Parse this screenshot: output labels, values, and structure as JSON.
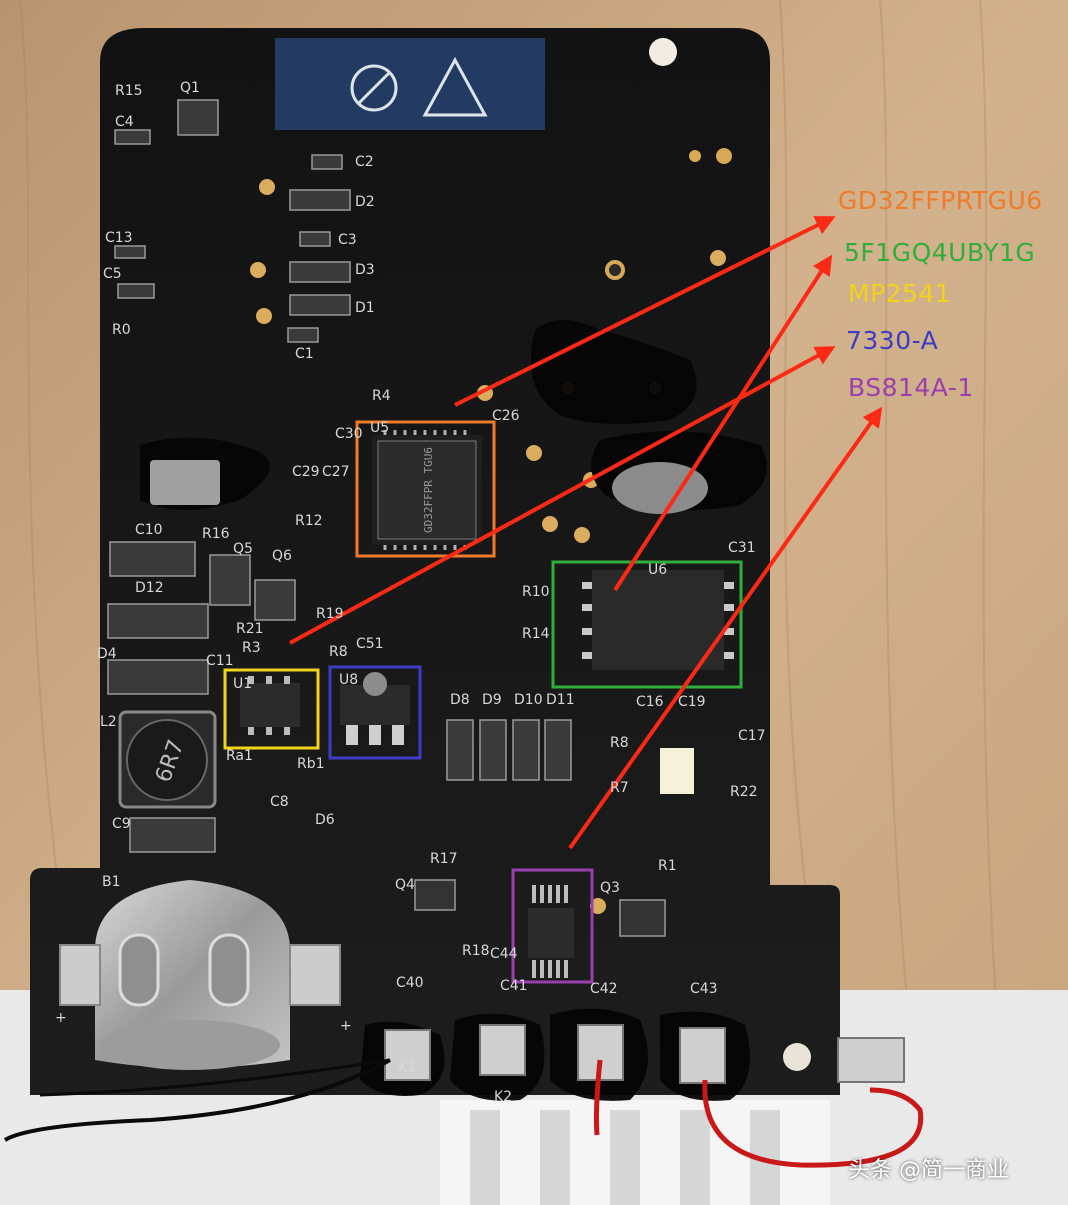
{
  "annotations": [
    {
      "id": "gd32",
      "text": "GD32FFPRTGU6",
      "color": "#f07b2a"
    },
    {
      "id": "5f1g",
      "text": "5F1GQ4UBY1G",
      "color": "#2fae3c"
    },
    {
      "id": "mp2541",
      "text": "MP2541",
      "color": "#f2d21b"
    },
    {
      "id": "7330a",
      "text": "7330-A",
      "color": "#3c3cc4"
    },
    {
      "id": "bs814",
      "text": "BS814A-1",
      "color": "#9b3fb0"
    }
  ],
  "arrow_color": "#ff2a16",
  "silkscreen": [
    "R15",
    "Q1",
    "C4",
    "C2",
    "D2",
    "C3",
    "D3",
    "D1",
    "C1",
    "C13",
    "C5",
    "R0",
    "R4",
    "U5",
    "C30",
    "C26",
    "C29",
    "C27",
    "R12",
    "C10",
    "R16",
    "Q5",
    "Q6",
    "D12",
    "R21",
    "R19",
    "R3",
    "R8",
    "C51",
    "D4",
    "C11",
    "U1",
    "U8",
    "L2",
    "Ra1",
    "Rb1",
    "C8",
    "C9",
    "D6",
    "D8",
    "D9",
    "D10",
    "D11",
    "C16",
    "C19",
    "R8",
    "C17",
    "R22",
    "R7",
    "R10",
    "R14",
    "U6",
    "C31",
    "R17",
    "Q4",
    "R18",
    "C44",
    "Q3",
    "R1",
    "B1",
    "C40",
    "C41",
    "C42",
    "C43",
    "K1",
    "K2",
    "+",
    "+"
  ],
  "chip_markings": {
    "mcu": "GD32FFPR TGU6",
    "inductor": "6R7"
  },
  "watermark": "头条 @简一商业"
}
